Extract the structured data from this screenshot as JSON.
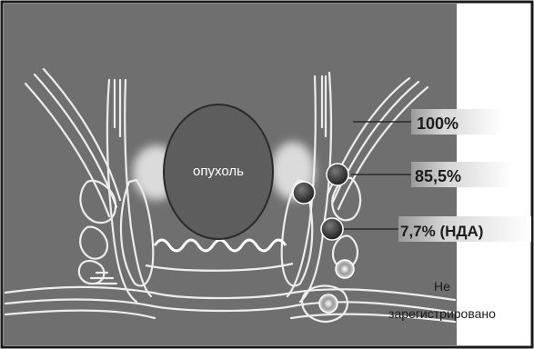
{
  "tumor": {
    "label": "опухоль"
  },
  "percentages": [
    {
      "id": "pct-1",
      "label": "100%"
    },
    {
      "id": "pct-2",
      "label": "85,5%"
    },
    {
      "id": "pct-3",
      "label": "7,7% (НДА)"
    }
  ],
  "not_registered": {
    "line1": "Не",
    "line2": "зарегистрировано"
  },
  "colors": {
    "background": "#6f6f6f",
    "outline": "#ededed",
    "tumor_fill": "#5d5d5d",
    "tumor_stroke": "#2a2a2a",
    "node_dark": "#3e3e3e",
    "label_box": "#cfcfcf",
    "frame": "#1a1a1a"
  }
}
